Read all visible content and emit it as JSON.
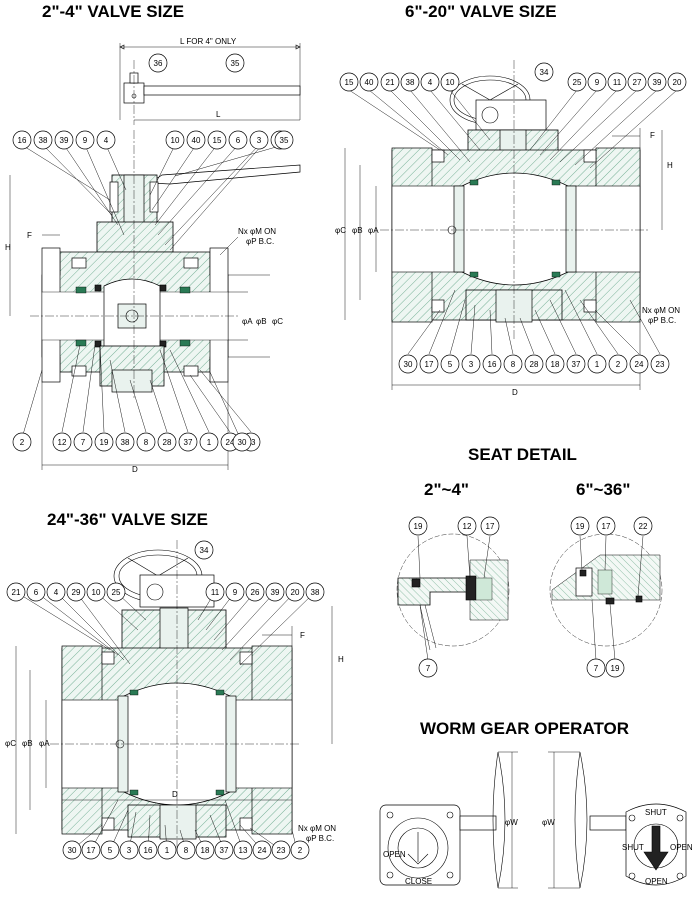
{
  "titles": {
    "small": "2\"-4\" VALVE SIZE",
    "medium": "6\"-20\" VALVE SIZE",
    "large": "24\"-36\" VALVE SIZE",
    "seat_detail": "SEAT DETAIL",
    "seat_small": "2\"~4\"",
    "seat_large": "6\"~36\"",
    "worm_gear": "WORM GEAR OPERATOR"
  },
  "dims": {
    "l_for_4": "L FOR 4\" ONLY",
    "L": "L",
    "H": "H",
    "F": "F",
    "D": "D",
    "phiA": "φA",
    "phiB": "φB",
    "phiC": "φC",
    "nx_line1": "Nx φM ON",
    "nx_line2": "φP B.C.",
    "phiW": "φW"
  },
  "gear_labels": {
    "open": "OPEN",
    "shut": "SHUT",
    "close": "CLOSE"
  },
  "callouts_small": {
    "handle_top": [
      "36",
      "35"
    ],
    "top_left": [
      "16",
      "38",
      "39",
      "9",
      "4"
    ],
    "top_right": [
      "10",
      "40",
      "15",
      "6",
      "3",
      "5",
      "35"
    ],
    "bottom": [
      "12",
      "7",
      "19",
      "38",
      "8",
      "28",
      "37",
      "1",
      "24",
      "23"
    ],
    "bottom_ends": [
      "2",
      "30"
    ]
  },
  "callouts_medium": {
    "top": [
      "15",
      "40",
      "21",
      "38",
      "4",
      "10",
      "25",
      "9",
      "11",
      "27",
      "39",
      "20"
    ],
    "gear": "34",
    "bottom": [
      "30",
      "17",
      "5",
      "3",
      "16",
      "8",
      "28",
      "18",
      "37",
      "1",
      "2",
      "24",
      "23"
    ]
  },
  "callouts_large": {
    "gear": "34",
    "top_left": [
      "21",
      "6",
      "4",
      "29",
      "10",
      "25"
    ],
    "top_right": [
      "11",
      "9",
      "26",
      "39",
      "20",
      "38"
    ],
    "bottom": [
      "30",
      "17",
      "5",
      "3",
      "16",
      "1",
      "8",
      "18",
      "37",
      "13",
      "24",
      "23",
      "2"
    ]
  },
  "callouts_seat": {
    "small_top": [
      "19",
      "12",
      "17"
    ],
    "small_bottom": "7",
    "large_top": [
      "19",
      "17",
      "22"
    ],
    "large_bottom": [
      "7",
      "19"
    ]
  }
}
